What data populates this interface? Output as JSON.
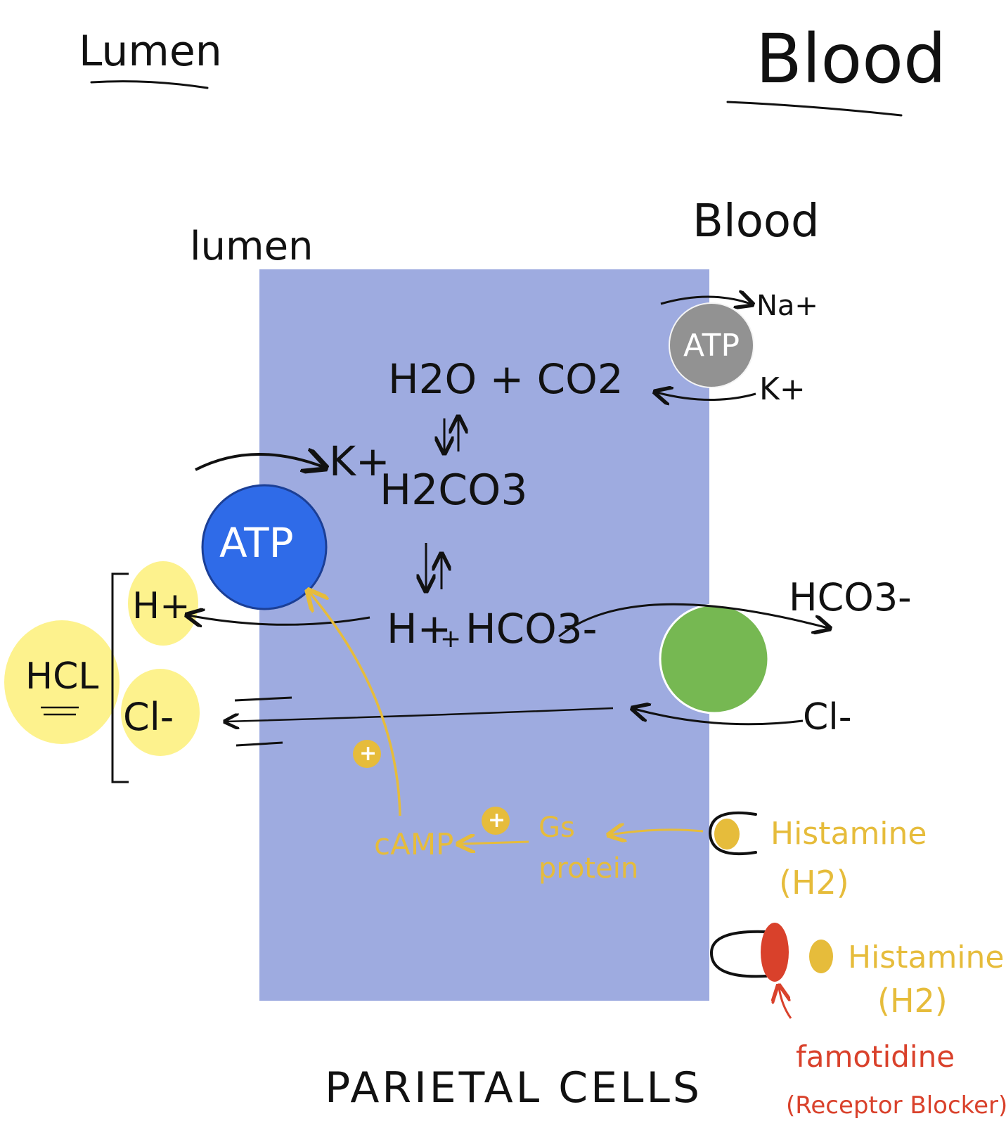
{
  "headings": {
    "lumen_top": "Lumen",
    "blood_top": "Blood",
    "lumen_side": "lumen",
    "blood_side": "Blood"
  },
  "cell": {
    "label": "PARIETAL CELLS",
    "color": "#9eabe0"
  },
  "reactions": {
    "water_co2": "H2O + CO2",
    "carbonic_acid": "H2CO3",
    "h_plus": "H+",
    "plus": "+",
    "bicarbonate": "HCO3-"
  },
  "proton_pump": {
    "label": "ATP",
    "color": "#2f6be8",
    "k_in": "K+",
    "h_out": "H+"
  },
  "na_k_pump": {
    "label": "ATP",
    "color": "#929292",
    "na": "Na+",
    "k": "K+"
  },
  "exchanger": {
    "color": "#76b852",
    "hco3_out": "HCO3-",
    "cl_in": "Cl-"
  },
  "lumen_products": {
    "hcl": "HCL",
    "cl_minus": "Cl-",
    "highlight": "#fdf28d"
  },
  "signaling": {
    "camp": "cAMP",
    "gs_protein": "Gs protein",
    "plus_sign": "+",
    "color": "#e6bc3b"
  },
  "receptors": {
    "histamine_1": "Histamine",
    "h2_1": "(H2)",
    "histamine_2": "Histamine",
    "h2_2": "(H2)",
    "famotidine": "famotidine",
    "blocker": "(Receptor Blocker)",
    "blocker_color": "#d9412b"
  }
}
